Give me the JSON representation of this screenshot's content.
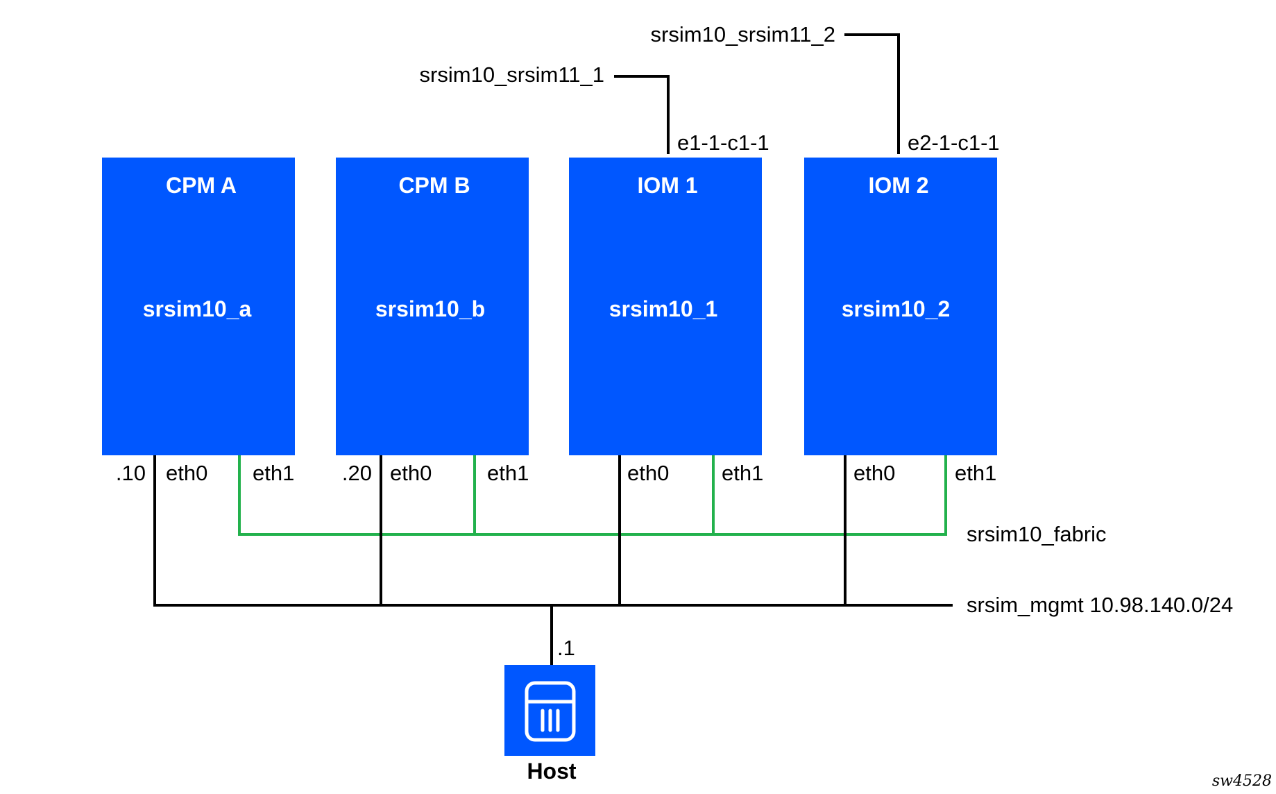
{
  "colors": {
    "card_fill": "#0057ff",
    "mgmt_wire": "#000000",
    "fabric_wire": "#22b14c",
    "text_on_card": "#ffffff"
  },
  "cards": [
    {
      "title": "CPM A",
      "name": "srsim10_a",
      "ip": ".10",
      "eth0": "eth0",
      "eth1": "eth1"
    },
    {
      "title": "CPM B",
      "name": "srsim10_b",
      "ip": ".20",
      "eth0": "eth0",
      "eth1": "eth1"
    },
    {
      "title": "IOM 1",
      "name": "srsim10_1",
      "port": "e1-1-c1-1",
      "link": "srsim10_srsim11_1",
      "eth0": "eth0",
      "eth1": "eth1"
    },
    {
      "title": "IOM 2",
      "name": "srsim10_2",
      "port": "e2-1-c1-1",
      "link": "srsim10_srsim11_2",
      "eth0": "eth0",
      "eth1": "eth1"
    }
  ],
  "networks": {
    "fabric": "srsim10_fabric",
    "mgmt": "srsim_mgmt 10.98.140.0/24"
  },
  "host": {
    "label": "Host",
    "ip": ".1",
    "icon": "server-icon"
  },
  "figure_id": "sw4528"
}
